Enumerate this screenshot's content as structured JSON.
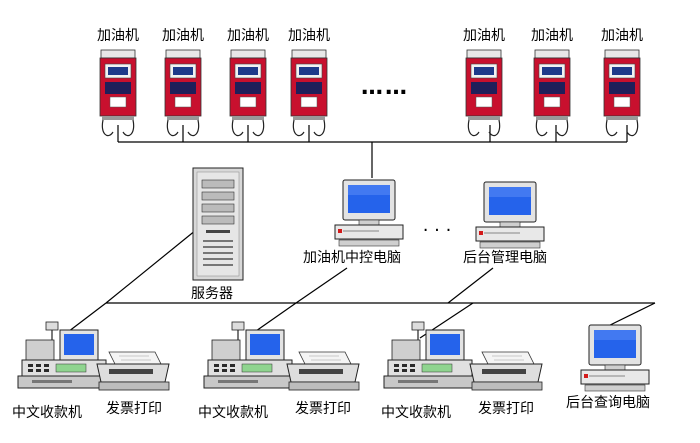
{
  "pumps": {
    "labels": [
      "加油机",
      "加油机",
      "加油机",
      "加油机",
      "加油机",
      "加油机",
      "加油机"
    ],
    "ellipsis": "……",
    "colors": {
      "body": "#c8102e",
      "top": "#e8e8e8",
      "screen": "#1e3a8a"
    }
  },
  "controller_pc": {
    "label": "加油机中控电脑"
  },
  "gap_dots": "· · ·",
  "backoffice_pc": {
    "label": "后台管理电脑"
  },
  "server": {
    "label": "服务器"
  },
  "stations": [
    {
      "register_label": "中文收款机",
      "printer_label": "发票打印"
    },
    {
      "register_label": "中文收款机",
      "printer_label": "发票打印"
    },
    {
      "register_label": "中文收款机",
      "printer_label": "发票打印"
    }
  ],
  "query_pc": {
    "label": "后台查询电脑"
  },
  "colors": {
    "line": "#000000",
    "screen": "#2563eb",
    "device": "#d9d9d9"
  }
}
